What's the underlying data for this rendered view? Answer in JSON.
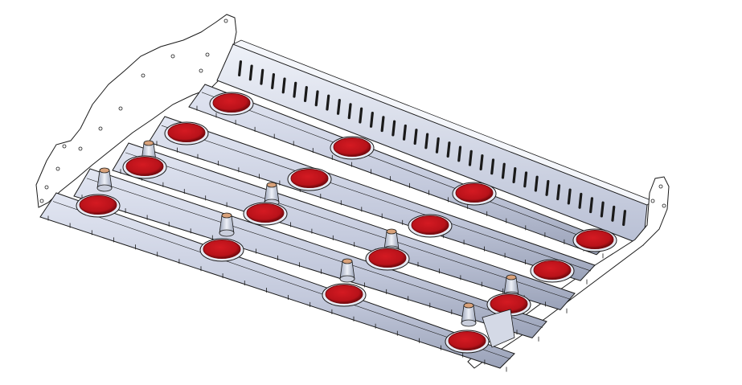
{
  "scene": {
    "subject": "cad-model-perforated-tray-assembly",
    "colors": {
      "background": "#ffffff",
      "panel_light": "#dfe3f0",
      "panel_mid": "#b9c0d6",
      "panel_dark": "#8e96ad",
      "outline": "#1a1a1a",
      "end_plate": "#ffffff",
      "hole_red": "#c8141b",
      "hole_dark": "#7a0a0e",
      "fitting": "#c9cedc",
      "fitting_ring": "#d9a27a"
    },
    "slot_count": 36,
    "rail_count": 5,
    "hole_count": 16,
    "standoff_count": 8
  }
}
